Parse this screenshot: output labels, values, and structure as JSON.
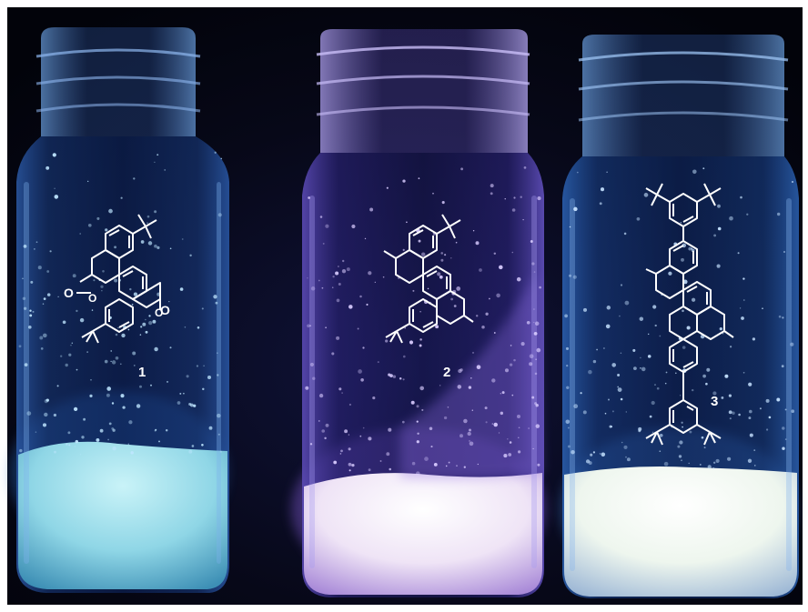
{
  "scene": {
    "subject": "three-glass-vials-fluorescent-powders-under-uv",
    "vials": [
      {
        "label": "1",
        "powder_color": "#8fd6e6",
        "glow_color": "#3a78c8"
      },
      {
        "label": "2",
        "powder_color": "#f6eef8",
        "glow_color": "#7a55c8"
      },
      {
        "label": "3",
        "powder_color": "#f3f7f2",
        "glow_color": "#3f7fd0"
      }
    ],
    "colors": {
      "background": "#05060f",
      "frame": "#ffffff",
      "structure_lines": "#ffffff"
    }
  }
}
